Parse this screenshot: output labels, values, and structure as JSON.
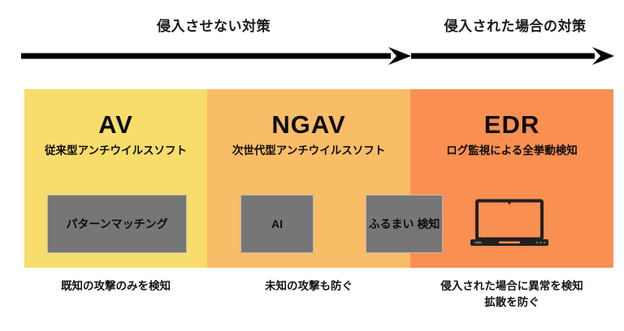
{
  "header": {
    "phases": [
      {
        "id": "prevent",
        "label": "侵入させない対策"
      },
      {
        "id": "postbreach",
        "label": "侵入された場合の対策"
      }
    ]
  },
  "arrows": [
    {
      "name": "arrow-prevent",
      "direction": "right"
    },
    {
      "name": "arrow-postbreach",
      "direction": "right"
    }
  ],
  "panels": [
    {
      "id": "av",
      "title": "AV",
      "subtitle": "従来型アンチウイルスソフト",
      "color": "#F8DC6C",
      "caption": "既知の攻撃のみを検知"
    },
    {
      "id": "ngav",
      "title": "NGAV",
      "subtitle": "次世代型アンチウイルスソフト",
      "color": "#F9BC67",
      "caption": "未知の攻撃も防ぐ"
    },
    {
      "id": "edr",
      "title": "EDR",
      "subtitle": "ログ監視による全挙動検知",
      "color": "#F98F51",
      "caption": "侵入された場合に異常を検知\n拡散を防ぐ"
    }
  ],
  "tech_boxes": [
    {
      "id": "pattern-matching",
      "label": "パターンマッチング"
    },
    {
      "id": "ai",
      "label": "AI"
    },
    {
      "id": "behavior-detection",
      "label": "ふるまい\n検知"
    }
  ],
  "icons": {
    "laptop": "laptop-icon"
  },
  "colors": {
    "av_panel": "#F8DC6C",
    "ngav_panel": "#F9BC67",
    "edr_panel": "#F98F51",
    "tech_box": "#767676",
    "arrow": "#000000",
    "text": "#0d0d0d"
  }
}
